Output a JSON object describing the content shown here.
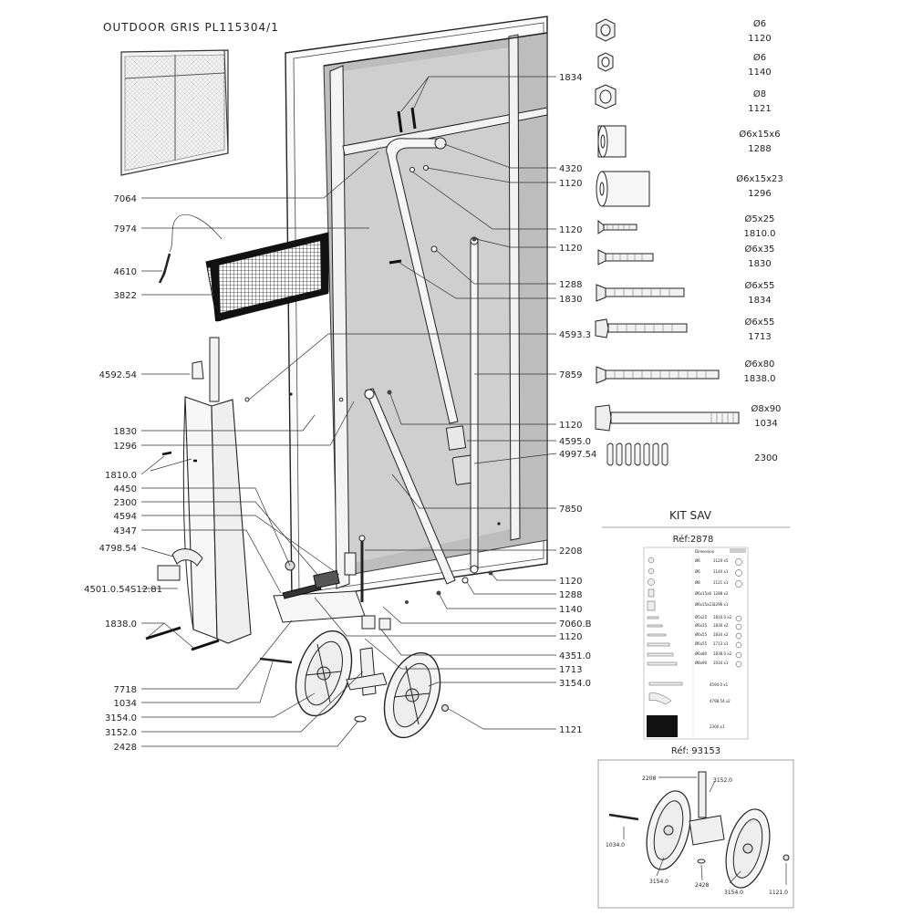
{
  "header": {
    "title": "OUTDOOR  GRIS  PL115304/1"
  },
  "callouts_left": [
    {
      "id": "7064",
      "label": "7064"
    },
    {
      "id": "7974",
      "label": "7974"
    },
    {
      "id": "4610",
      "label": "4610"
    },
    {
      "id": "3822",
      "label": "3822"
    },
    {
      "id": "4592.54",
      "label": "4592.54"
    },
    {
      "id": "1830",
      "label": "1830"
    },
    {
      "id": "1296",
      "label": "1296"
    },
    {
      "id": "1810.0",
      "label": "1810.0"
    },
    {
      "id": "4450",
      "label": "4450"
    },
    {
      "id": "2300",
      "label": "2300"
    },
    {
      "id": "4594",
      "label": "4594"
    },
    {
      "id": "4347",
      "label": "4347"
    },
    {
      "id": "4798.54",
      "label": "4798.54"
    },
    {
      "id": "4501.0.54S12.81",
      "label": "4501.0.54S12.81"
    },
    {
      "id": "1838.0",
      "label": "1838.0"
    },
    {
      "id": "7718",
      "label": "7718"
    },
    {
      "id": "1034",
      "label": "1034"
    },
    {
      "id": "3154.0",
      "label": "3154.0"
    },
    {
      "id": "3152.0",
      "label": "3152.0"
    },
    {
      "id": "2428",
      "label": "2428"
    }
  ],
  "callouts_right": [
    {
      "id": "1834",
      "label": "1834"
    },
    {
      "id": "4320",
      "label": "4320"
    },
    {
      "id": "1120a",
      "label": "1120"
    },
    {
      "id": "1120b",
      "label": "1120"
    },
    {
      "id": "1120c",
      "label": "1120"
    },
    {
      "id": "1288a",
      "label": "1288"
    },
    {
      "id": "1830",
      "label": "1830"
    },
    {
      "id": "4593.3",
      "label": "4593.3"
    },
    {
      "id": "7859",
      "label": "7859"
    },
    {
      "id": "1120d",
      "label": "1120"
    },
    {
      "id": "4595.0",
      "label": "4595.0"
    },
    {
      "id": "4997.54",
      "label": "4997.54"
    },
    {
      "id": "7850",
      "label": "7850"
    },
    {
      "id": "2208",
      "label": "2208"
    },
    {
      "id": "1120e",
      "label": "1120"
    },
    {
      "id": "1288b",
      "label": "1288"
    },
    {
      "id": "1140",
      "label": "1140"
    },
    {
      "id": "7060.B",
      "label": "7060.B"
    },
    {
      "id": "1120f",
      "label": "1120"
    },
    {
      "id": "4351.0",
      "label": "4351.0"
    },
    {
      "id": "1713",
      "label": "1713"
    },
    {
      "id": "3154.0",
      "label": "3154.0"
    },
    {
      "id": "1121",
      "label": "1121"
    }
  ],
  "hardware": [
    {
      "spec": "Ø6",
      "code": "1120"
    },
    {
      "spec": "Ø6",
      "code": "1140"
    },
    {
      "spec": "Ø8",
      "code": "1121"
    },
    {
      "spec": "Ø6x15x6",
      "code": "1288"
    },
    {
      "spec": "Ø6x15x23",
      "code": "1296"
    },
    {
      "spec": "Ø5x25",
      "code": "1810.0"
    },
    {
      "spec": "Ø6x35",
      "code": "1830"
    },
    {
      "spec": "Ø6x55",
      "code": "1834"
    },
    {
      "spec": "Ø6x55",
      "code": "1713"
    },
    {
      "spec": "Ø6x80",
      "code": "1838.0"
    },
    {
      "spec": "Ø8x90",
      "code": "1034"
    },
    {
      "spec": "",
      "code": "2300"
    }
  ],
  "kit": {
    "title": "KIT SAV",
    "ref1": "Réf:2878",
    "ref2": "Réf: 93153",
    "kit2_labels": [
      "2208",
      "3152.0",
      "1034.0",
      "3154.0",
      "2428",
      "3154.0",
      "1121.0"
    ]
  }
}
